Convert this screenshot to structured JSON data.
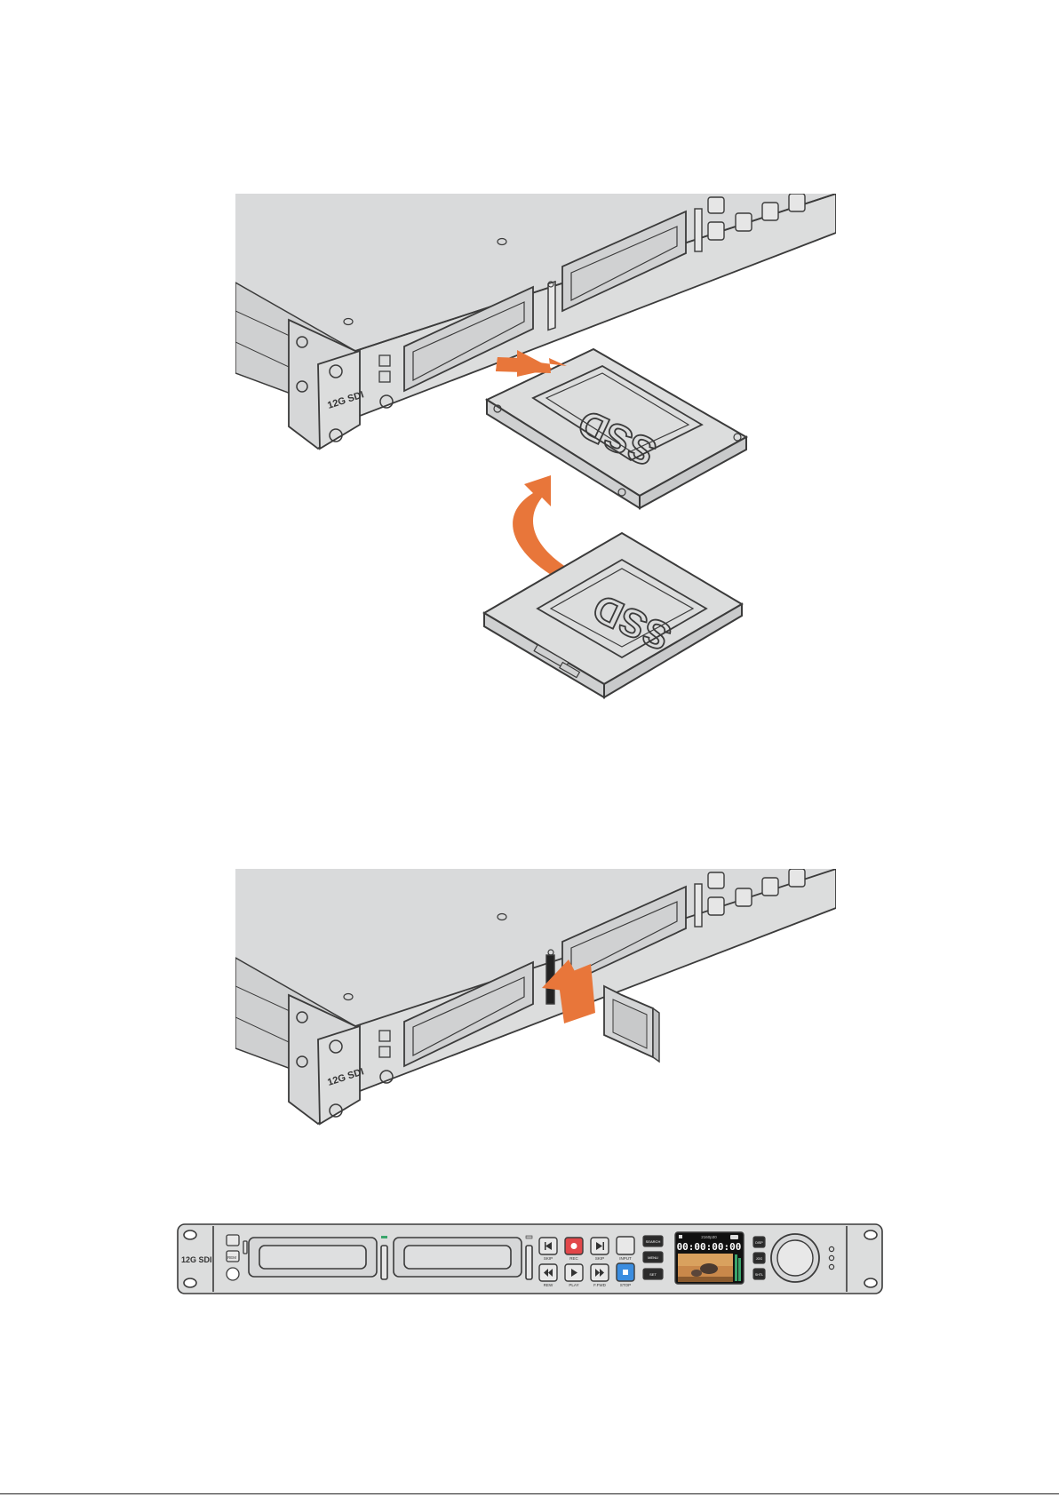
{
  "device": {
    "logo": "12G SDI",
    "screen_format": "2160p30",
    "screen_timecode": "00:00:00:00"
  },
  "ssd": {
    "label_top": "SSD",
    "label_bottom": "SSD"
  },
  "front_panel": {
    "buttons": {
      "rem": "REM",
      "skip_prev": "SKIP",
      "rec": "REC",
      "skip_next": "SKIP",
      "input": "INPUT",
      "search": "SEARCH",
      "menu": "MENU",
      "set": "SET",
      "rew": "REW",
      "play": "PLAY",
      "ffwd": "F.FWD",
      "stop": "STOP",
      "disp": "DISP",
      "jog": "JOG",
      "shtl": "SHTL"
    }
  },
  "colors": {
    "arrow": "#e8763a",
    "rec_button": "#e2474a",
    "stop_button": "#3a8de0",
    "chassis": "#d7d8d9",
    "outline": "#3b3b3b"
  }
}
